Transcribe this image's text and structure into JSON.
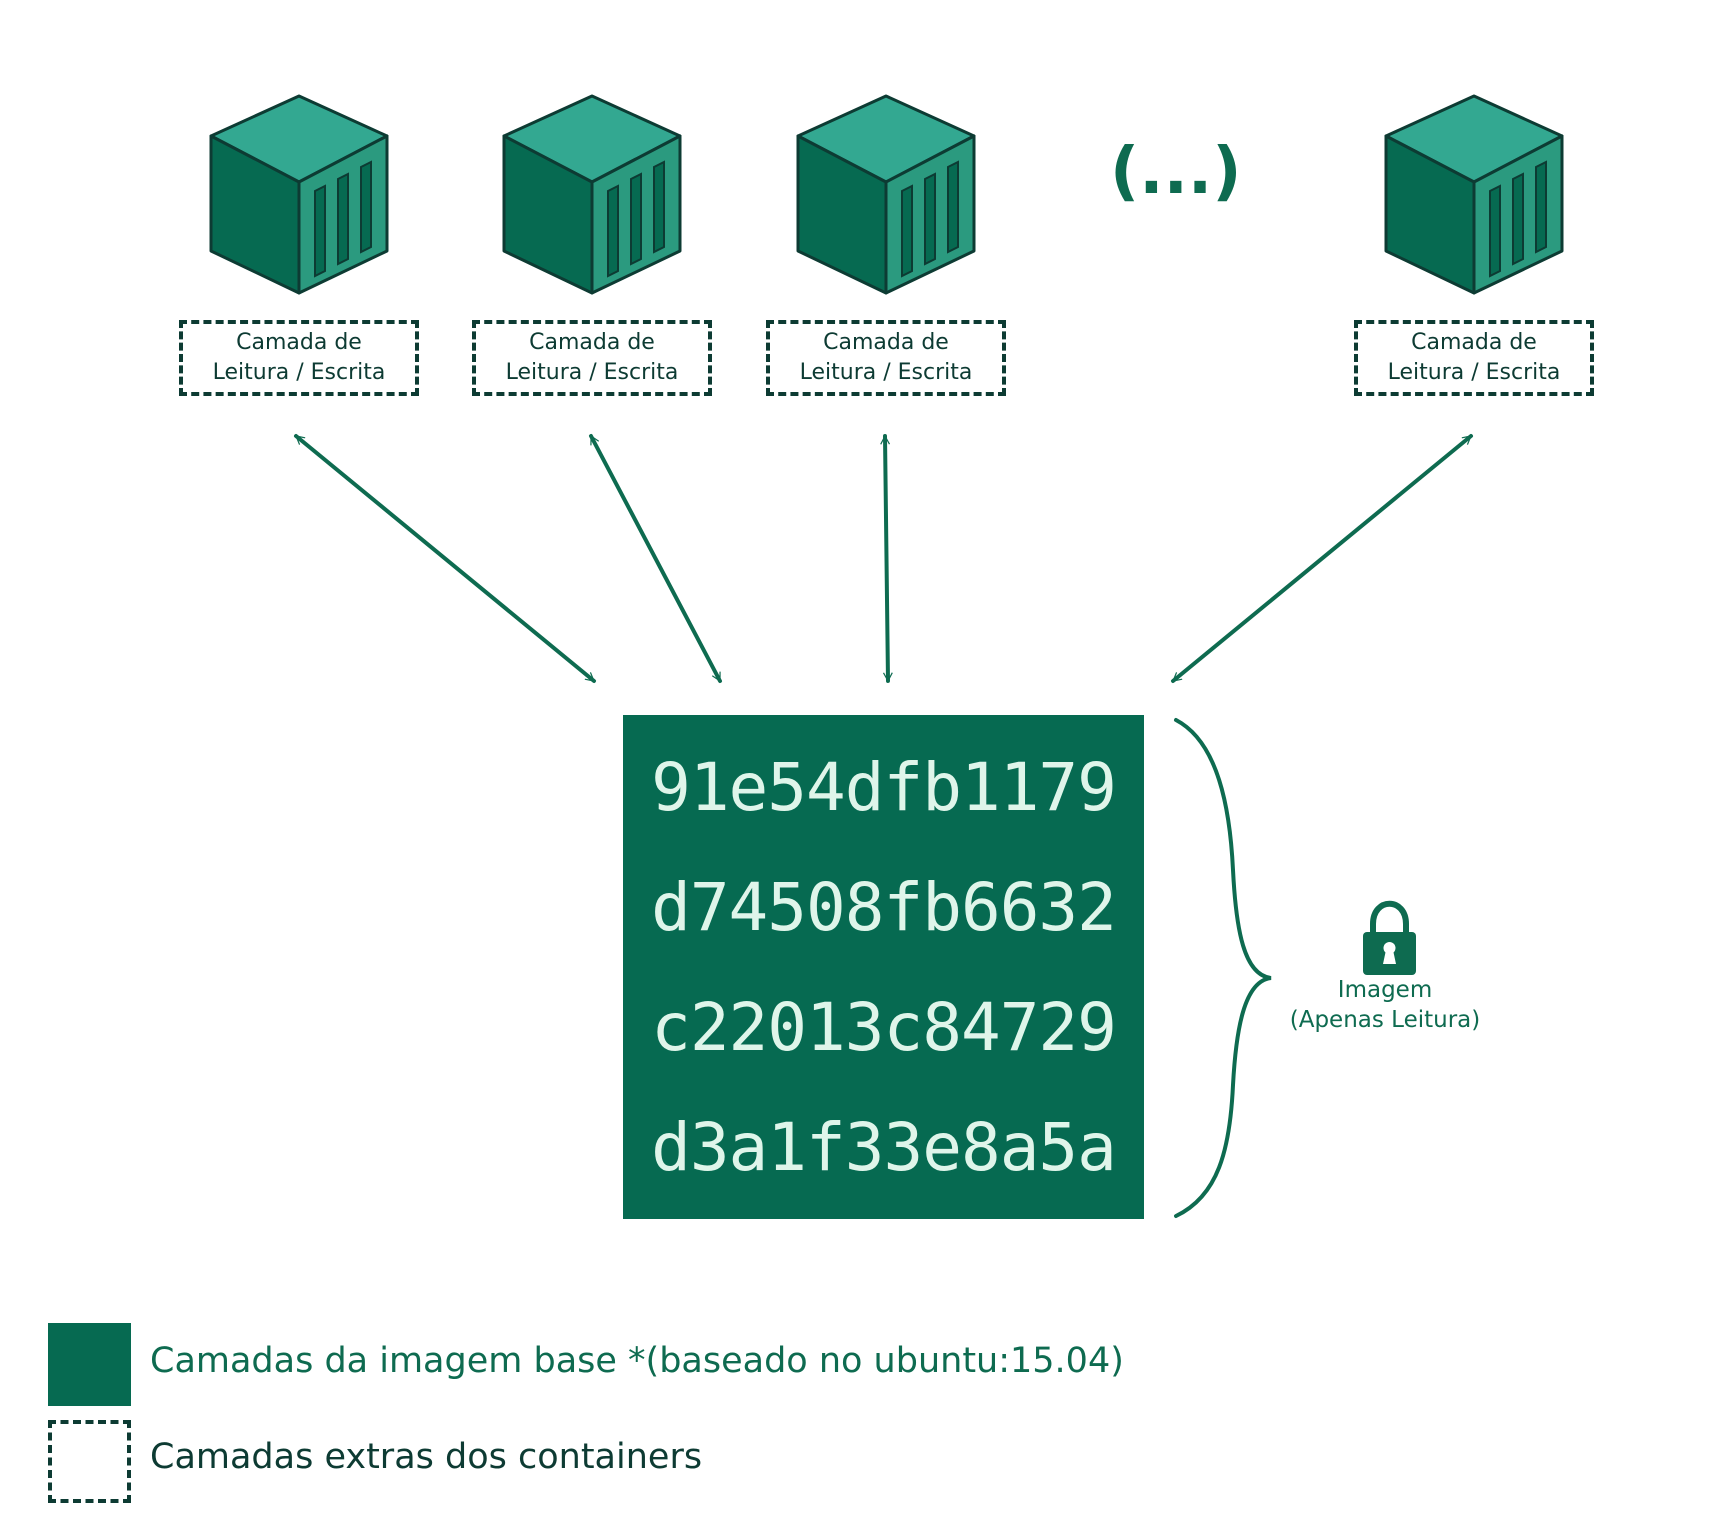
{
  "colors": {
    "dark_green": "#066a51",
    "cube_top": "#33a891",
    "cube_side": "#2b9a7f",
    "outline": "#0d3b33",
    "arrow": "#0e6b50",
    "hash_text": "#dff5ea"
  },
  "containers": [
    {
      "label_line1": "Camada de",
      "label_line2": "Leitura / Escrita"
    },
    {
      "label_line1": "Camada de",
      "label_line2": "Leitura / Escrita"
    },
    {
      "label_line1": "Camada de",
      "label_line2": "Leitura / Escrita"
    },
    {
      "label_line1": "Camada de",
      "label_line2": "Leitura / Escrita"
    }
  ],
  "ellipsis": "(...)",
  "image_layers": [
    "91e54dfb1179",
    "d74508fb6632",
    "c22013c84729",
    "d3a1f33e8a5a"
  ],
  "image_label": {
    "line1": "Imagem",
    "line2": "(Apenas Leitura)",
    "icon": "lock-icon"
  },
  "legend": {
    "base_layers": "Camadas da imagem base *(baseado no ubuntu:15.04)",
    "container_layers": "Camadas extras dos containers"
  }
}
